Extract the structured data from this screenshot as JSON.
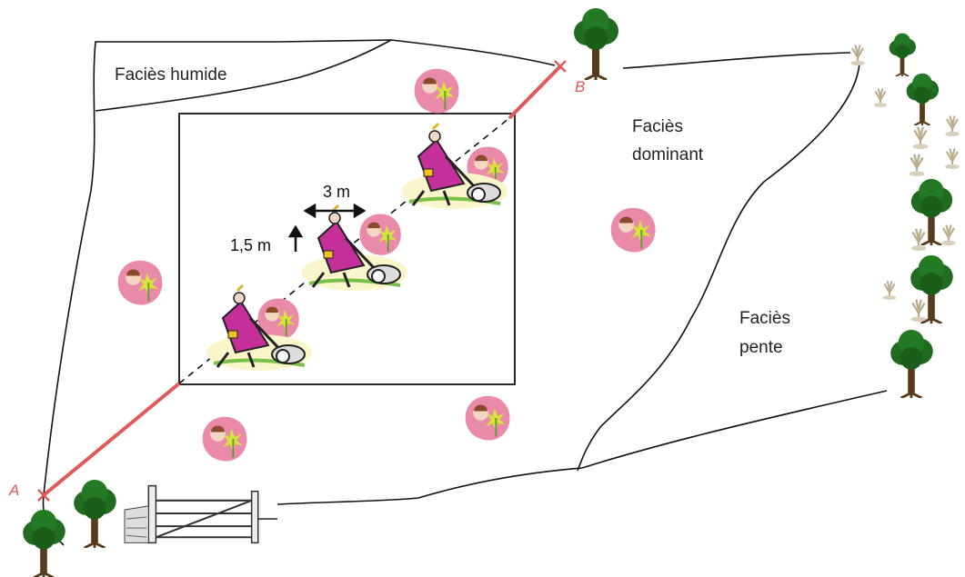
{
  "zones": {
    "humide": "Faciès humide",
    "dominant_line1": "Faciès",
    "dominant_line2": "dominant",
    "pente_line1": "Faciès",
    "pente_line2": "pente"
  },
  "points": {
    "a": "A",
    "b": "B"
  },
  "measurements": {
    "spacing": "3 m",
    "height": "1,5 m"
  },
  "colors": {
    "transect": "#e05a5a",
    "boundary": "#111111",
    "tree_canopy": "#1f6b1f",
    "tree_trunk": "#5a3a1c",
    "observer_head": "#e98aa8",
    "flower": "#d7e43a",
    "mower_dress": "#c52f9a",
    "grass": "#79c14a"
  },
  "icons": [
    "tree-icon",
    "shrub-icon",
    "fence-gate-icon",
    "observer-icon",
    "mower-icon"
  ]
}
